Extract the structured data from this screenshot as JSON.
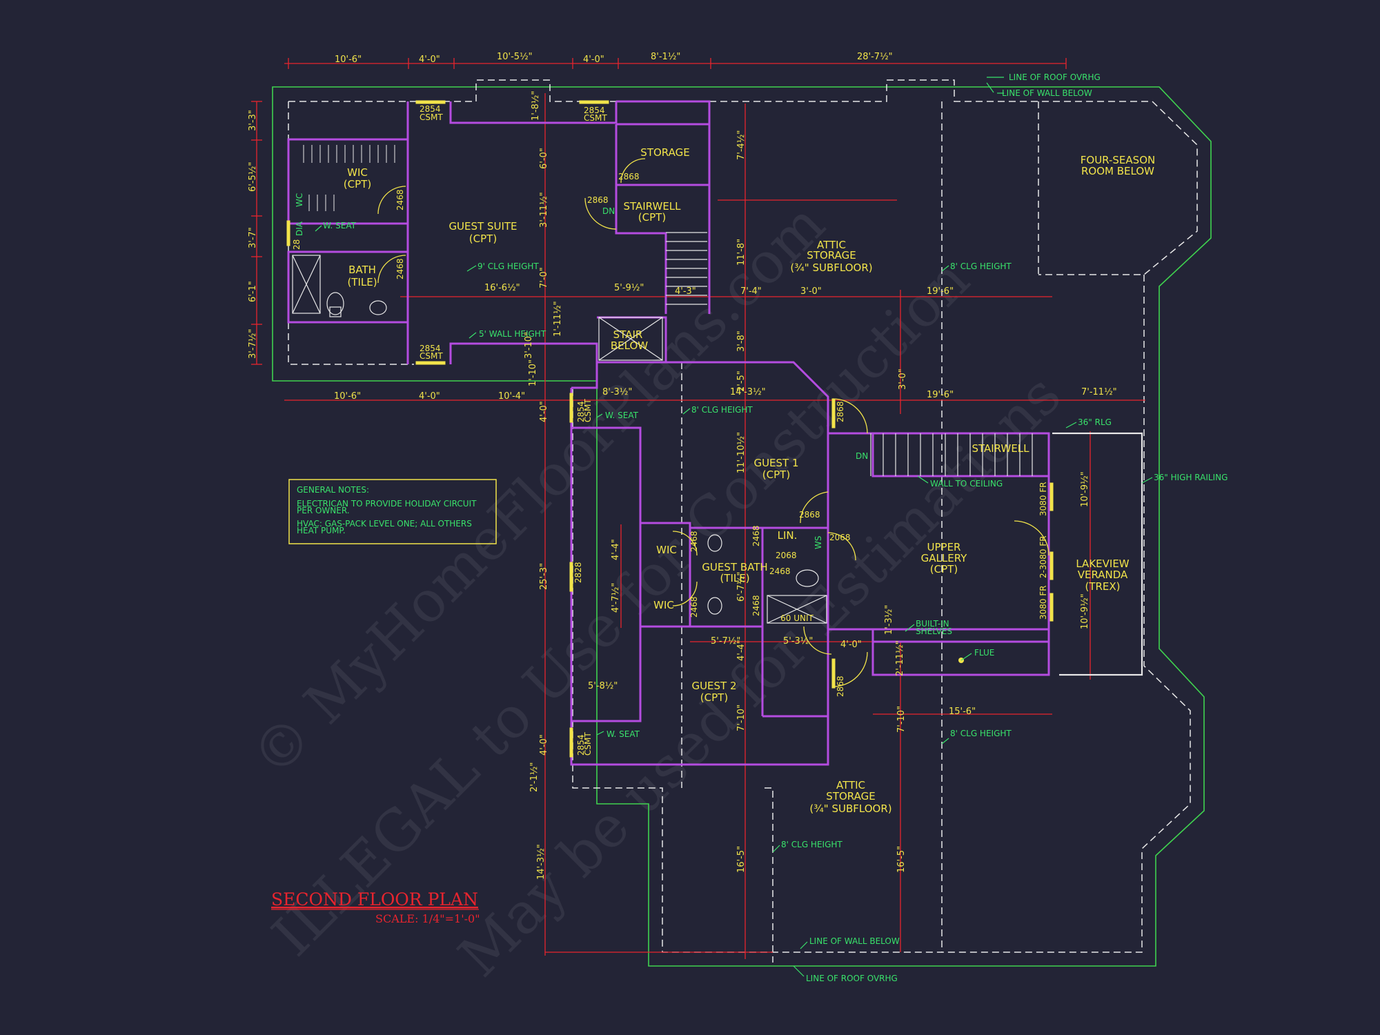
{
  "plan": {
    "title": "SECOND FLOOR PLAN",
    "scale": "SCALE: 1/4\"=1'-0\"",
    "watermark_lines": [
      "© MyHomeFloorPlans.com",
      "ILLEGAL to Use for Construction",
      "May be used for Estimations"
    ],
    "colors": {
      "background": "#232436",
      "walls": "#b44ce0",
      "roof_line": "#3fd24f",
      "dimensions": "#e8242e",
      "labels": "#f2e44a",
      "notes": "#39e26b"
    }
  },
  "rooms": {
    "guest_suite": [
      "GUEST SUITE",
      "(CPT)"
    ],
    "wic_top": [
      "WIC",
      "(CPT)"
    ],
    "bath_top": [
      "BATH",
      "(TILE)"
    ],
    "storage": "STORAGE",
    "stairwell_top": [
      "STAIRWELL",
      "(CPT)"
    ],
    "stair_below": [
      "STAIR",
      "BELOW"
    ],
    "attic_storage_top": [
      "ATTIC",
      "STORAGE",
      "(¾\" SUBFLOOR)"
    ],
    "four_season": [
      "FOUR-SEASON",
      "ROOM BELOW"
    ],
    "guest_1": [
      "GUEST 1",
      "(CPT)"
    ],
    "stairwell_right": "STAIRWELL",
    "upper_gallery": [
      "UPPER",
      "GALLERY",
      "(CPT)"
    ],
    "lakeview_veranda": [
      "LAKEVIEW",
      "VERANDA",
      "(TREX)"
    ],
    "guest_bath": [
      "GUEST BATH",
      "(TILE)"
    ],
    "lin": "LIN.",
    "wic_a": "WIC",
    "wic_b": "WIC",
    "guest_2": [
      "GUEST 2",
      "(CPT)"
    ],
    "attic_storage_bottom": [
      "ATTIC",
      "STORAGE",
      "(¾\" SUBFLOOR)"
    ],
    "unit": "60 UNIT"
  },
  "notes": {
    "title": "GENERAL NOTES:",
    "items": [
      [
        "ELECTRICAN TO PROVIDE HOLIDAY CIRCUIT",
        "PER OWNER."
      ],
      [
        "HVAC: GAS-PACK LEVEL ONE; ALL OTHERS",
        "HEAT PUMP."
      ]
    ]
  },
  "annotations": {
    "roof_ovrhg_top": "LINE OF ROOF OVRHG",
    "wall_below_top": "LINE OF WALL BELOW",
    "w_seat_1": "W. SEAT",
    "clg_9": "9' CLG HEIGHT",
    "wall_5": "5' WALL HEIGHT",
    "clg_8_a": "8' CLG HEIGHT",
    "clg_8_b": "8' CLG HEIGHT",
    "w_seat_2": "W. SEAT",
    "rlg_36": "36\" RLG",
    "high_railing": "36\" HIGH RAILING",
    "wall_to_ceiling": "WALL TO CEILING",
    "built_in": [
      "BUILT-IN",
      "SHELVES"
    ],
    "flue": "FLUE",
    "clg_8_c": "8' CLG HEIGHT",
    "w_seat_3": "W. SEAT",
    "clg_8_d": "8' CLG HEIGHT",
    "wall_below_bottom": "LINE OF WALL BELOW",
    "roof_ovrhg_bottom": "LINE OF ROOF OVRHG",
    "dn_1": "DN",
    "dn_2": "DN",
    "dia": "DIA",
    "wc": "WC",
    "ws": "WS"
  },
  "doors": {
    "csmt_1": [
      "2854",
      "CSMT"
    ],
    "csmt_2": [
      "2854",
      "CSMT"
    ],
    "csmt_3": [
      "2854",
      "CSMT"
    ],
    "csmt_4": [
      "2854",
      "CSMT"
    ],
    "csmt_5": [
      "2854",
      "CSMT"
    ],
    "d2868_storage": "2868",
    "d2868_stair": "2868",
    "d2468_wic": "2468",
    "d2468_bath": "2468",
    "d28": "28",
    "d2868_right": "2868",
    "d2868_guest1": "2868",
    "d2068_a": "2068",
    "d2068_b": "2068",
    "d2468_a": "2468",
    "d2468_b": "2468",
    "d2468_c": "2468",
    "d2468_d": "2468",
    "d2468_e": "2468",
    "d2868_guest2": "2868",
    "d2828": "2828",
    "fr_1": "3080 FR",
    "fr_2": "2-3080 FR",
    "fr_3": "3080 FR"
  },
  "dimensions": {
    "top": [
      "10'-6\"",
      "4'-0\"",
      "10'-5½\"",
      "4'-0\"",
      "8'-1½\"",
      "28'-7½\""
    ],
    "mid_row": [
      "10'-6\"",
      "4'-0\"",
      "10'-4\"",
      "8'-3½\"",
      "14'-3½\"",
      "19'-6\"",
      "7'-11½\""
    ],
    "left": [
      "3'-3\"",
      "6'-5½\"",
      "3'-7\"",
      "6'-1\"",
      "3'-7½\""
    ],
    "inner_upper": [
      "16'-6½\"",
      "5'-9½\"",
      "4'-3\"",
      "7'-4\"",
      "3'-0\"",
      "19'-6\""
    ],
    "vert_mid": [
      "1'-8½\"",
      "6'-0\"",
      "3'-11½\"",
      "7'-0\"",
      "1'-10\"",
      "1'-11½\"",
      "3'-10\"",
      "7'-4½\"",
      "11'-8\"",
      "3'-8\"",
      "2'-5\"",
      "3'-0\""
    ],
    "lower": [
      "4'-0\"",
      "25'-3\"",
      "4'-4\"",
      "4'-7½\"",
      "5'-8½\"",
      "4'-0\"",
      "2'-1½\"",
      "14'-3½\"",
      "11'-10½\"",
      "5'-7½\"",
      "6'-7½\"",
      "4'-4\"",
      "7'-10\"",
      "16'-5\"",
      "5'-3½\"",
      "4'-0\"",
      "2'-11½\"",
      "1'-3½\"",
      "15'-6\"",
      "7'-10\"",
      "16'-5\"",
      "10'-9½\"",
      "10'-9½\""
    ]
  }
}
